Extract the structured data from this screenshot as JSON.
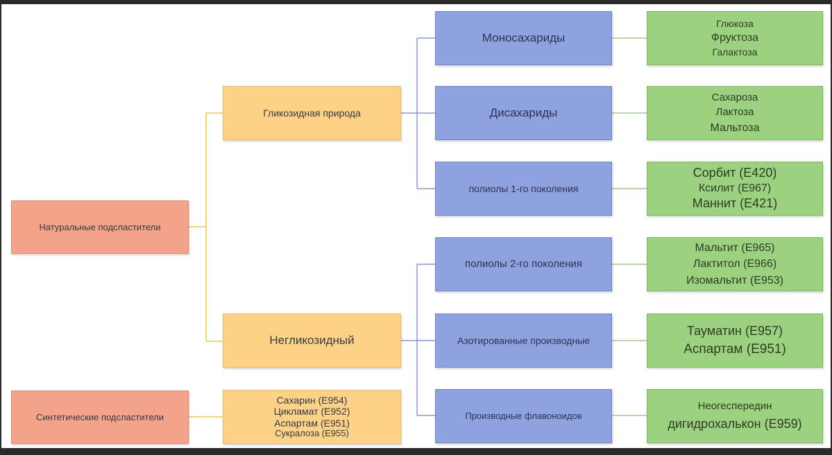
{
  "colors": {
    "root": "#f2a38a",
    "category": "#fdd287",
    "group": "#8fa2e0",
    "example": "#9cd27f",
    "connector_orange": "#f1c74a",
    "connector_blue": "#6f84c9",
    "connector_green": "#8cc36c"
  },
  "roots": {
    "natural": "Натуральные подсластители",
    "synthetic": "Синтетические подсластители"
  },
  "categories": {
    "glycoside": "Гликозидная природа",
    "nonglycoside": "Негликозидный",
    "synthetic_list": [
      "Сахарин (E954)",
      "Цикламат (E952)",
      "Аспартам (E951)",
      "Сукралоза (E955)"
    ]
  },
  "groups": {
    "mono": "Моносахариды",
    "di": "Дисахариды",
    "poly1": "полиолы 1-го поколения",
    "poly2": "полиолы 2-го поколения",
    "nitro": "Азотированные производные",
    "flavo": "Производные флавоноидов"
  },
  "examples": {
    "mono": [
      "Глюкоза",
      "Фруктоза",
      "Галактоза"
    ],
    "di": [
      "Сахароза",
      "Лактоза",
      "Мальтоза"
    ],
    "poly1": [
      "Сорбит (E420)",
      "Ксилит (E967)",
      "Маннит (E421)"
    ],
    "poly2": [
      "Мальтит (E965)",
      "Лактитол (E966)",
      "Изомальтит (E953)"
    ],
    "nitro": [
      "Тауматин (E957)",
      "Аспартам (E951)"
    ],
    "flavo": [
      "Неогеспередин",
      "дигидрохалькон (E959)"
    ]
  }
}
